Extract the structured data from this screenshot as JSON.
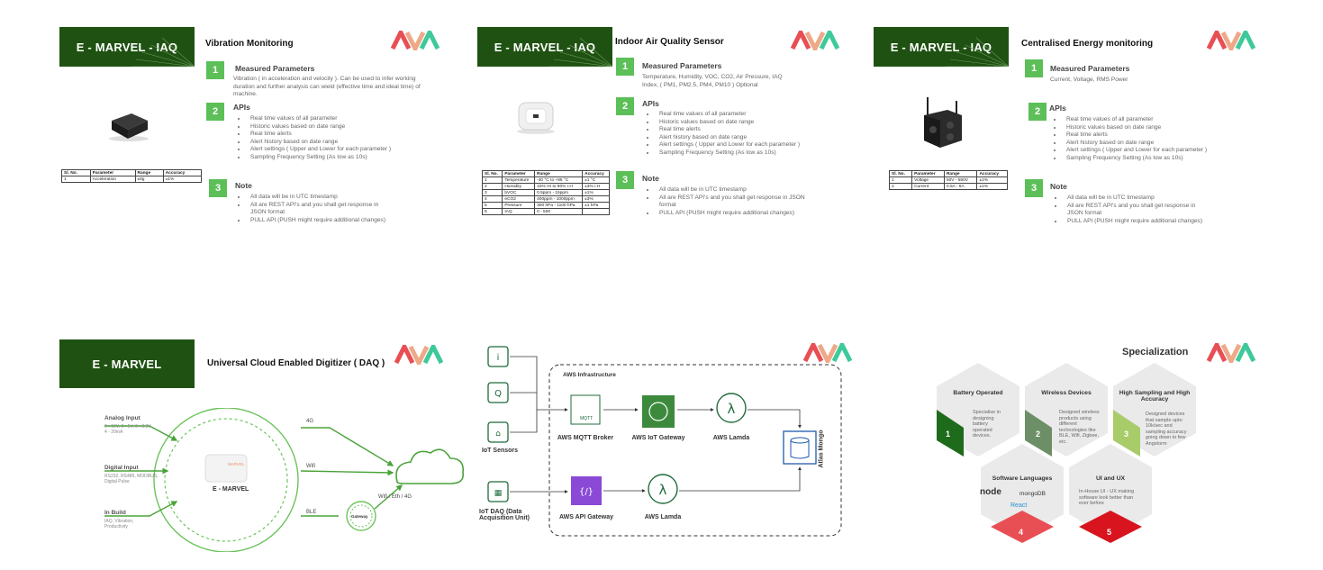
{
  "brand_colors": {
    "banner": "#1f5212",
    "step_green": "#5cbf58",
    "logo_red": "#e84f55",
    "logo_teal": "#3ec99a"
  },
  "slides": [
    {
      "banner": "E - MARVEL - IAQ",
      "title": "Vibration Monitoring",
      "sections": [
        {
          "num": "1",
          "heading": "Measured Parameters",
          "text": "Vibration ( in acceleration and velocity ). Can be used to infer working duration and further analysis can wield (effective time and ideal time) of machine."
        },
        {
          "num": "2",
          "heading": "APIs",
          "bullets": [
            "Real time values of all parameter",
            "Historic values based on date range",
            "Real time alerts",
            "Alert history based on date range",
            "Alert settings ( Upper and Lower for each parameter )",
            "Sampling Frequency Setting (As low as 10s)"
          ]
        },
        {
          "num": "3",
          "heading": "Note",
          "bullets": [
            "All data will be in UTC timestamp",
            "All are REST API's and you shall get response in JSON format",
            "PULL API (PUSH might require additional changes)"
          ]
        }
      ],
      "table": {
        "headers": [
          "Sl. No.",
          "Parameter",
          "Range",
          "Accuracy"
        ],
        "rows": [
          [
            "1",
            "Acceleration",
            "±8g",
            "±1%"
          ]
        ]
      }
    },
    {
      "banner": "E - MARVEL - IAQ",
      "title": "Indoor Air Quality Sensor",
      "sections": [
        {
          "num": "1",
          "heading": "Measured Parameters",
          "text": "Temperature, Humidity, VOC, CO2, Air Pressure, IAQ Index, ( PM1, PM2.5, PM4, PM10 ) Optional"
        },
        {
          "num": "2",
          "heading": "APIs",
          "bullets": [
            "Real time values of all parameter",
            "Historic values based on date range",
            "Real time alerts",
            "Alert history based on date range",
            "Alert settings ( Upper and Lower for each parameter )",
            "Sampling Frequency Setting (As low as 10s)"
          ]
        },
        {
          "num": "3",
          "heading": "Note",
          "bullets": [
            "All data will be in UTC timestamp",
            "All are REST API's and you shall get response in JSON format",
            "PULL API (PUSH might require additional changes)"
          ]
        }
      ],
      "table": {
        "headers": [
          "Sl. No.",
          "Parameter",
          "Range",
          "Accuracy"
        ],
        "rows": [
          [
            "1",
            "Temperature",
            "-40 °C to +85 °C",
            "±1 °C"
          ],
          [
            "2",
            "Humidity",
            "10% rH to 90% r.H",
            "±3% r.H"
          ],
          [
            "3",
            "bVOC",
            "0.5ppm - 15ppm",
            "±1%"
          ],
          [
            "4",
            "eCO2",
            "400ppm - 1000ppm",
            "±3%"
          ],
          [
            "5",
            "Pressure",
            "300 hPa - 1100 hPa",
            "±1 hPa"
          ],
          [
            "6",
            "IAQ",
            "0 - 500",
            ""
          ]
        ]
      }
    },
    {
      "banner": "E - MARVEL - IAQ",
      "title": "Centralised Energy monitoring",
      "sections": [
        {
          "num": "1",
          "heading": "Measured Parameters",
          "text": "Current, Voltage, RMS Power"
        },
        {
          "num": "2",
          "heading": "APIs",
          "bullets": [
            "Real time values of all parameter",
            "Historic values based on date range",
            "Real time alerts",
            "Alert history based on date range",
            "Alert settings ( Upper and Lower for each parameter )",
            "Sampling Frequency Setting (As low as 10s)"
          ]
        },
        {
          "num": "3",
          "heading": "Note",
          "bullets": [
            "All data will be in UTC timestamp",
            "All are REST API's and you shall get response in JSON format",
            "PULL API (PUSH might require additional changes)"
          ]
        }
      ],
      "table": {
        "headers": [
          "Sl. No.",
          "Parameter",
          "Range",
          "Accuracy"
        ],
        "rows": [
          [
            "1",
            "Voltage",
            "50V - 550V",
            "±1%"
          ],
          [
            "2",
            "Current",
            "0.5A - 6A",
            "±1%"
          ]
        ]
      }
    }
  ],
  "daq": {
    "banner": "E - MARVEL",
    "title": "Universal Cloud Enabled Digitizer ( DAQ )",
    "inputs": [
      {
        "label": "Analog Input",
        "detail": "0 - 10V, 0 - 5V, 0 - 3.3V\n4 - 20mA"
      },
      {
        "label": "Digital Input",
        "detail": "RS232, RS485, MODBUS,\nDigital Pulse"
      },
      {
        "label": "In Build",
        "detail": "IAQ, Vibration,\nProductivity"
      }
    ],
    "center": "E - MARVEL",
    "device_label": "MARVEL",
    "outputs": [
      "4G",
      "Wifi",
      "BLE"
    ],
    "gateway": "Gateway",
    "cloud_label": "Wifi / Eth / 4G"
  },
  "aws": {
    "infra_title": "AWS Infrastructure",
    "iot_sensors": "IoT Sensors",
    "iot_daq": "IoT DAQ (Data Acquisition Unit)",
    "mqtt_tag": "MQTT",
    "nodes": [
      "AWS MQTT Broker",
      "AWS IoT Gateway",
      "AWS Lamda",
      "AWS API Gateway",
      "AWS Lamda"
    ],
    "db": "Atlas Mongo"
  },
  "spec": {
    "title": "Specialization",
    "items": [
      {
        "title": "Battery Operated",
        "text": "Specialise in designing battery operated devices.",
        "num": "1"
      },
      {
        "title": "Wireless Devices",
        "text": "Designed wireless products using different technologies like BLE, Wifi, Zigbee, etc.",
        "num": "2"
      },
      {
        "title": "High Sampling and High Accuracy",
        "text": "Designed devices that sample upto 10k/sec and sampling accuracy going down to few Angstorm",
        "num": "3"
      },
      {
        "title": "Software Languages",
        "logos": [
          "node",
          "mongoDB",
          "React"
        ],
        "num": "4"
      },
      {
        "title": "UI and UX",
        "text": "In-House UI - UX making software look better than ever before",
        "num": "5"
      }
    ]
  }
}
